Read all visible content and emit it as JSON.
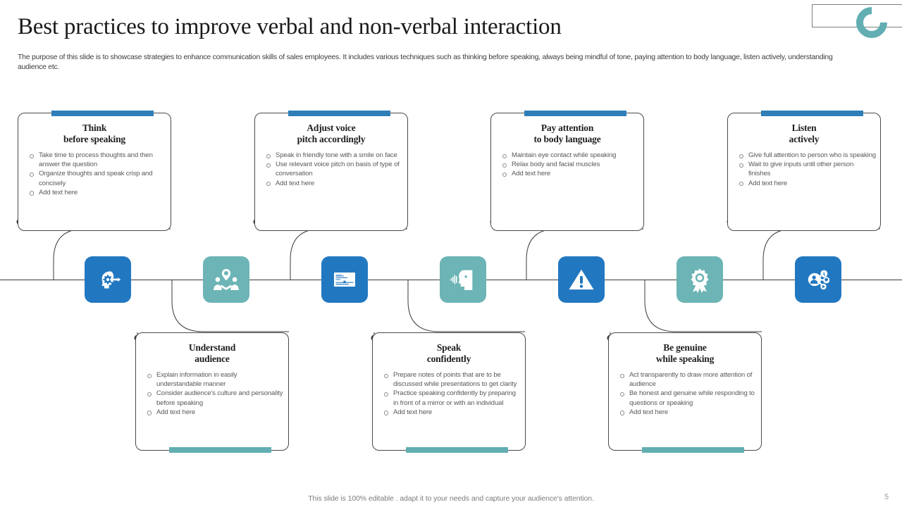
{
  "header": {
    "title": "Best practices to improve verbal and non-verbal interaction",
    "subtitle": "The purpose of this slide is to showcase strategies to enhance communication skills of sales employees. It includes various techniques such as thinking before speaking, always being mindful of tone, paying attention to body language, listen actively, understanding audience etc."
  },
  "brand": {
    "arc_color": "#62aeb2",
    "frame_color": "#7f7f7f"
  },
  "colors": {
    "blue": "#2e7fb8",
    "blue_tile": "#2278c0",
    "teal": "#62aeb2",
    "teal_tile": "#6cb4b5",
    "axis": "#3a3a3a",
    "card_border": "#4a4a4a",
    "body_text": "#5a5a5a"
  },
  "cards": [
    {
      "position": "top",
      "title_line1": "Think",
      "title_line2": "before speaking",
      "bullets": [
        "Take time to process thoughts and then answer the question",
        "Organize thoughts and speak crisp and concisely",
        "Add text here"
      ]
    },
    {
      "position": "top",
      "title_line1": "Adjust voice",
      "title_line2": "pitch accordingly",
      "bullets": [
        "Speak in friendly tone with a smile on face",
        "Use relevant voice pitch on basis of type of conversation",
        "Add text here"
      ]
    },
    {
      "position": "top",
      "title_line1": "Pay attention",
      "title_line2": "to body language",
      "bullets": [
        "Maintain eye contact while speaking",
        "Relax body and facial muscles",
        "Add text here"
      ]
    },
    {
      "position": "top",
      "title_line1": "Listen",
      "title_line2": "actively",
      "bullets": [
        "Give full attention to person who is speaking",
        "Wait to give inputs until other person finishes",
        "Add text here"
      ]
    },
    {
      "position": "bottom",
      "title_line1": "Understand",
      "title_line2": "audience",
      "bullets": [
        "Explain information in easily understandable manner",
        "Consider audience's culture and personality before speaking",
        "Add text here"
      ]
    },
    {
      "position": "bottom",
      "title_line1": "Speak",
      "title_line2": "confidently",
      "bullets": [
        "Prepare notes of points that are to be discussed while presentations to get clarity",
        "Practice speaking confidently by preparing in front of a mirror or with an individual",
        "Add text here"
      ]
    },
    {
      "position": "bottom",
      "title_line1": "Be genuine",
      "title_line2": "while speaking",
      "bullets": [
        "Act transparently to draw more attention of audience",
        "Be honest and genuine while responding to questions or speaking",
        "Add text here"
      ]
    }
  ],
  "icons": [
    {
      "name": "head-gear-icon",
      "tone": "blue"
    },
    {
      "name": "audience-people-icon",
      "tone": "teal"
    },
    {
      "name": "document-chart-icon",
      "tone": "blue"
    },
    {
      "name": "speaking-head-icon",
      "tone": "teal"
    },
    {
      "name": "warning-triangle-icon",
      "tone": "blue"
    },
    {
      "name": "award-ribbon-icon",
      "tone": "teal"
    },
    {
      "name": "network-share-icon",
      "tone": "blue"
    }
  ],
  "footer": {
    "note": "This slide is 100% editable . adapt it to your needs and capture your audience's attention.",
    "page_number": "5"
  }
}
